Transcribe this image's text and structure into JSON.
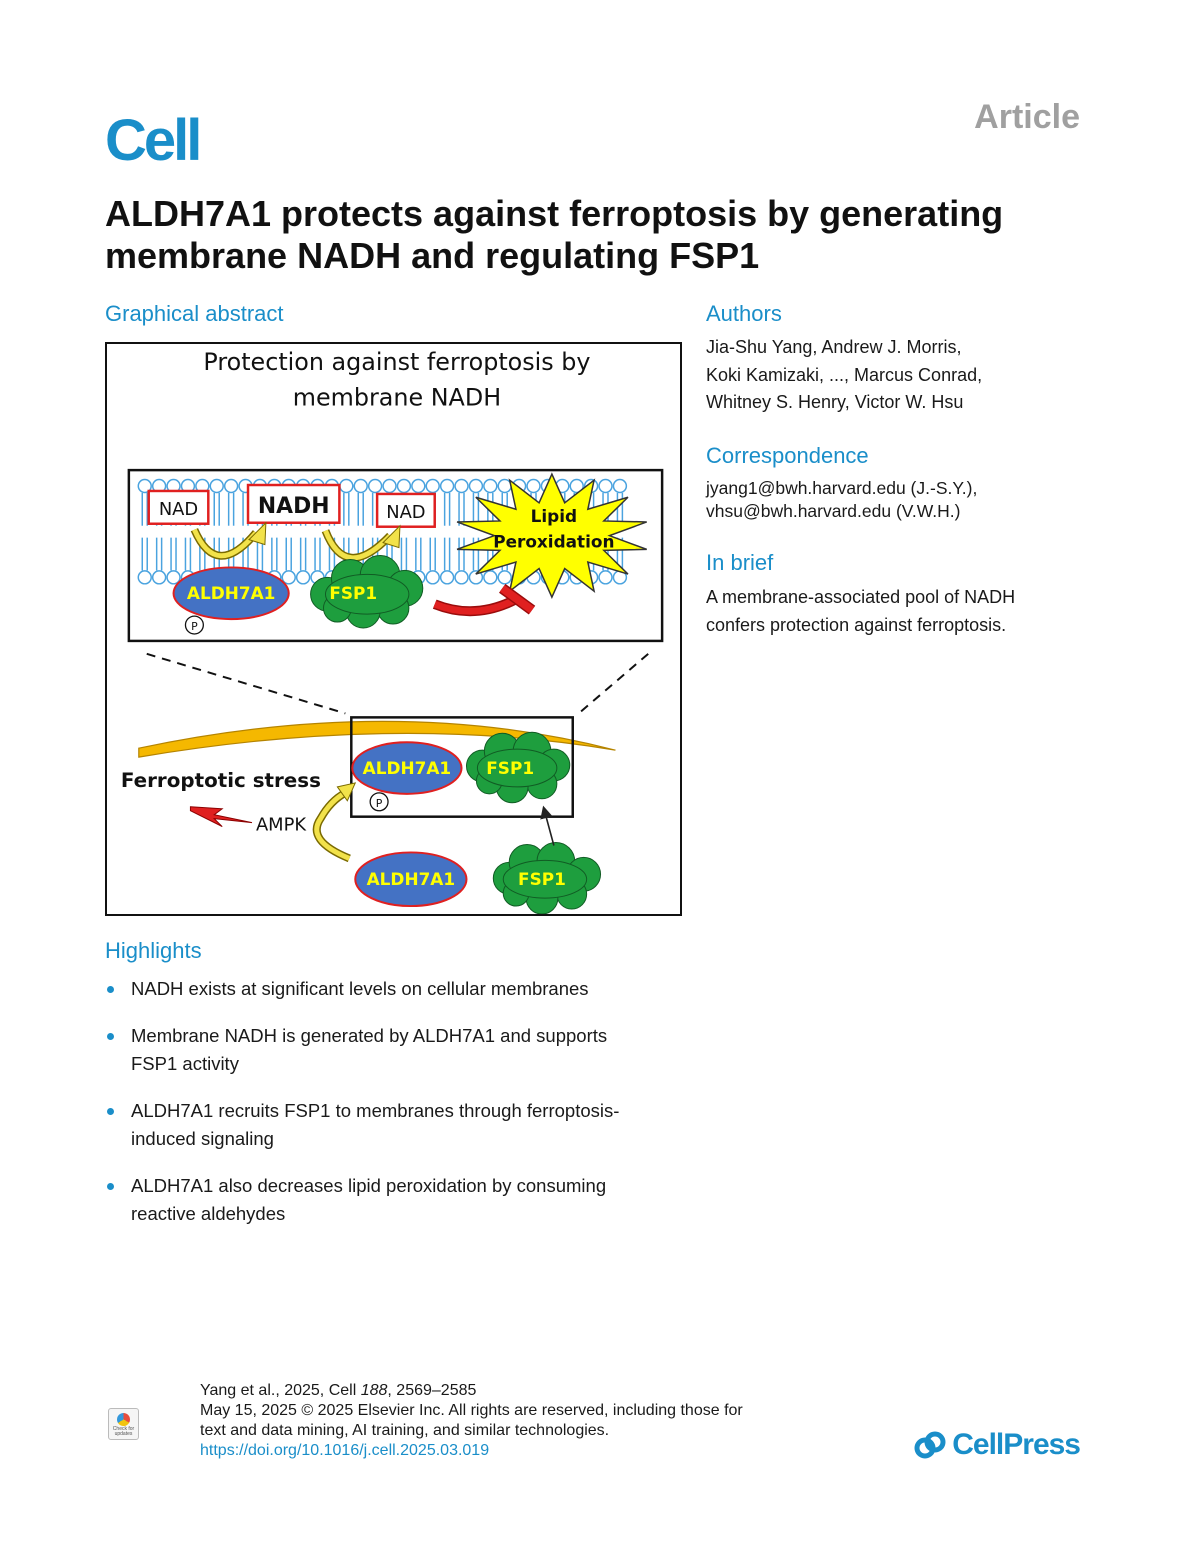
{
  "header": {
    "journal_logo": "Cell",
    "article_type": "Article"
  },
  "title": "ALDH7A1 protects against ferroptosis by generating membrane NADH and regulating FSP1",
  "graphical_abstract": {
    "heading": "Graphical abstract",
    "figure_title_line1": "Protection against ferroptosis by",
    "figure_title_line2": "membrane NADH",
    "labels": {
      "nad": "NAD",
      "nadh": "NADH",
      "lipid_line1": "Lipid",
      "lipid_line2": "Peroxidation",
      "aldh7a1": "ALDH7A1",
      "fsp1": "FSP1",
      "phospho": "P",
      "stress": "Ferroptotic stress",
      "ampk": "AMPK"
    },
    "colors": {
      "enzyme_blue": "#4472c4",
      "enzyme_text": "#ffff00",
      "fsp1_green": "#1e9e3e",
      "outline_red": "#e02020",
      "membrane_gold": "#f5b800",
      "membrane_blue": "#4aa3df"
    }
  },
  "authors": {
    "heading": "Authors",
    "lines": [
      "Jia-Shu Yang, Andrew J. Morris,",
      "Koki Kamizaki, ..., Marcus Conrad,",
      "Whitney S. Henry, Victor W. Hsu"
    ]
  },
  "correspondence": {
    "heading": "Correspondence",
    "lines": [
      "jyang1@bwh.harvard.edu (J.-S.Y.),",
      "vhsu@bwh.harvard.edu (V.W.H.)"
    ]
  },
  "in_brief": {
    "heading": "In brief",
    "lines": [
      "A membrane-associated pool of NADH",
      "confers protection against ferroptosis."
    ]
  },
  "highlights": {
    "heading": "Highlights",
    "items": [
      {
        "line1": "NADH exists at significant levels on cellular membranes",
        "line2": ""
      },
      {
        "line1": "Membrane NADH is generated by ALDH7A1 and supports",
        "line2": "FSP1 activity"
      },
      {
        "line1": "ALDH7A1 recruits FSP1 to membranes through ferroptosis-",
        "line2": "induced signaling"
      },
      {
        "line1": "ALDH7A1 also decreases lipid peroxidation by consuming",
        "line2": "reactive aldehydes"
      }
    ]
  },
  "footer": {
    "citation_prefix": "Yang et al., 2025, Cell ",
    "citation_volume": "188",
    "citation_pages": ", 2569–2585",
    "copyright_line1": "May 15, 2025 © 2025 Elsevier Inc. All rights are reserved, including those for",
    "copyright_line2": "text and data mining, AI training, and similar technologies.",
    "doi": "https://doi.org/10.1016/j.cell.2025.03.019",
    "badge_text": "Check for updates",
    "publisher_logo": "CellPress"
  }
}
